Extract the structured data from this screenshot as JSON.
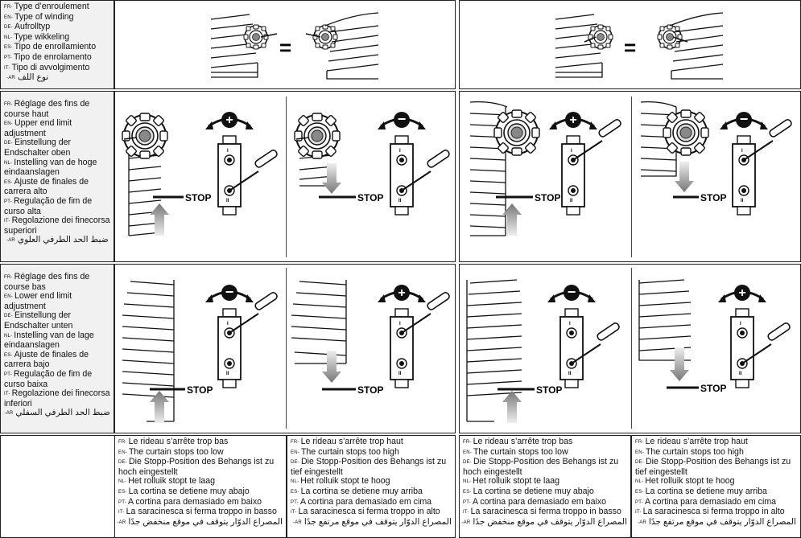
{
  "winding": {
    "langs": [
      {
        "code": "FR",
        "text": "Type d’enroulement"
      },
      {
        "code": "EN",
        "text": "Type of winding"
      },
      {
        "code": "DE",
        "text": "Aufrolltyp"
      },
      {
        "code": "NL",
        "text": "Type wikkeling"
      },
      {
        "code": "ES",
        "text": "Tipo de enrollamiento"
      },
      {
        "code": "PT",
        "text": "Tipo de enrolamento"
      },
      {
        "code": "IT",
        "text": "Tipo di avvolgimento"
      },
      {
        "code": "AR",
        "text": "نوع اللف"
      }
    ],
    "equals": "="
  },
  "upper": {
    "langs": [
      {
        "code": "FR",
        "text": "Réglage des fins de course haut"
      },
      {
        "code": "EN",
        "text": "Upper end limit adjustment"
      },
      {
        "code": "DE",
        "text": "Einstellung der Endschalter oben"
      },
      {
        "code": "NL",
        "text": "Instelling van de hoge eindaanslagen"
      },
      {
        "code": "ES",
        "text": "Ajuste de finales de carrera alto"
      },
      {
        "code": "PT",
        "text": "Regulação de fim de curso alta"
      },
      {
        "code": "IT",
        "text": "Regolazione dei finecorsa superiori"
      },
      {
        "code": "AR",
        "text": "ضبط الحد الطرفي العلوي"
      }
    ]
  },
  "lower": {
    "langs": [
      {
        "code": "FR",
        "text": "Réglage des fins de course bas"
      },
      {
        "code": "EN",
        "text": "Lower end limit adjustment"
      },
      {
        "code": "DE",
        "text": "Einstellung der Endschalter unten"
      },
      {
        "code": "NL",
        "text": "Instelling van de lage eindaanslagen"
      },
      {
        "code": "ES",
        "text": "Ajuste de finales de carrera bajo"
      },
      {
        "code": "PT",
        "text": "Regulação de fim de curso baixa"
      },
      {
        "code": "IT",
        "text": "Regolazione dei finecorsa inferiori"
      },
      {
        "code": "AR",
        "text": "ضبط الحد الطرفي السفلي"
      }
    ]
  },
  "diagram": {
    "stop": "STOP",
    "plus": "+",
    "minus": "−",
    "num1": "I",
    "num2": "II"
  },
  "too_low": {
    "langs": [
      {
        "code": "FR",
        "text": "Le rideau s’arrête trop bas"
      },
      {
        "code": "EN",
        "text": "The curtain stops too low"
      },
      {
        "code": "DE",
        "text": "Die Stopp-Position des Behangs ist zu hoch eingestellt"
      },
      {
        "code": "NL",
        "text": "Het rolluik stopt te laag"
      },
      {
        "code": "ES",
        "text": "La cortina se detiene muy abajo"
      },
      {
        "code": "PT",
        "text": "A cortina para demasiado em baixo"
      },
      {
        "code": "IT",
        "text": "La saracinesca si ferma troppo in basso"
      },
      {
        "code": "AR",
        "text": "المصراع الدوّار يتوقف في موقع منخفض جدًا"
      }
    ]
  },
  "too_high": {
    "langs": [
      {
        "code": "FR",
        "text": "Le rideau s’arrête trop haut"
      },
      {
        "code": "EN",
        "text": "The curtain stops too high"
      },
      {
        "code": "DE",
        "text": "Die Stopp-Position des Behangs ist zu tief eingestellt"
      },
      {
        "code": "NL",
        "text": "Het rolluik stopt te hoog"
      },
      {
        "code": "ES",
        "text": "La cortina se detiene muy arriba"
      },
      {
        "code": "PT",
        "text": "A cortina para demasiado em cima"
      },
      {
        "code": "IT",
        "text": "La saracinesca si ferma troppo in alto"
      },
      {
        "code": "AR",
        "text": "المصراع الدوّار يتوقف في موقع مرتفع جدًا"
      }
    ]
  }
}
